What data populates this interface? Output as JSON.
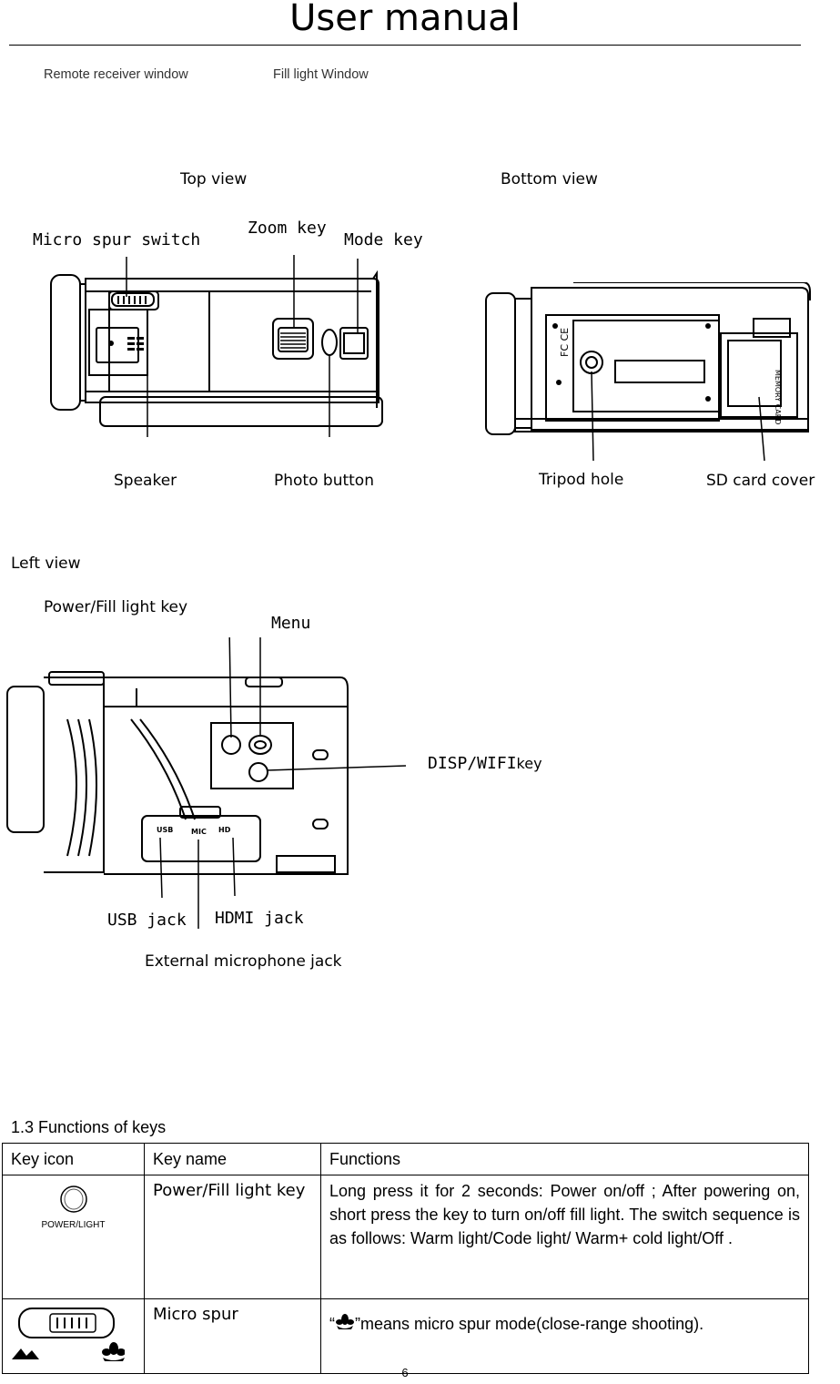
{
  "page": {
    "title": "User manual",
    "page_number": "6"
  },
  "window_labels": {
    "remote": "Remote receiver window",
    "fill_light": "Fill light Window"
  },
  "top_view": {
    "heading": "Top view",
    "labels": {
      "micro_spur_switch": "Micro spur switch",
      "zoom_key": "Zoom key",
      "mode_key": "Mode key",
      "speaker": "Speaker",
      "photo_button": "Photo button"
    }
  },
  "bottom_view": {
    "heading": "Bottom view",
    "labels": {
      "tripod_hole": "Tripod hole",
      "sd_card_cover": "SD card cover"
    }
  },
  "left_view": {
    "heading": "Left view",
    "labels": {
      "power_fill_light_key": "Power/Fill light key",
      "menu": "Menu",
      "disp_wifi": "DISP/WIFI",
      "disp_wifi_suffix": "key",
      "usb_jack": "USB jack",
      "hdmi_jack": "HDMI jack",
      "external_microphone_jack": "External microphone jack"
    },
    "panel_text": {
      "usb": "USB",
      "mic": "MIC",
      "hd": "HD"
    }
  },
  "functions_section": {
    "title": "1.3 Functions of keys",
    "headers": [
      "Key icon",
      "Key name",
      "Functions"
    ],
    "rows": [
      {
        "icon_caption": "POWER/LIGHT",
        "icon_name": "power-light-button-icon",
        "key_name": "Power/Fill light key",
        "function": "Long press it for 2 seconds: Power on/off ; After powering on, short press the key to turn on/off fill light. The switch sequence is as follows: Warm light/Code light/ Warm+ cold light/Off ."
      },
      {
        "icon_name": "micro-spur-switch-icon",
        "key_name": "Micro spur",
        "function_prefix": "“",
        "function_icon_name": "flower-macro-icon",
        "function_suffix": "”means micro spur mode(close-range shooting)."
      }
    ]
  }
}
